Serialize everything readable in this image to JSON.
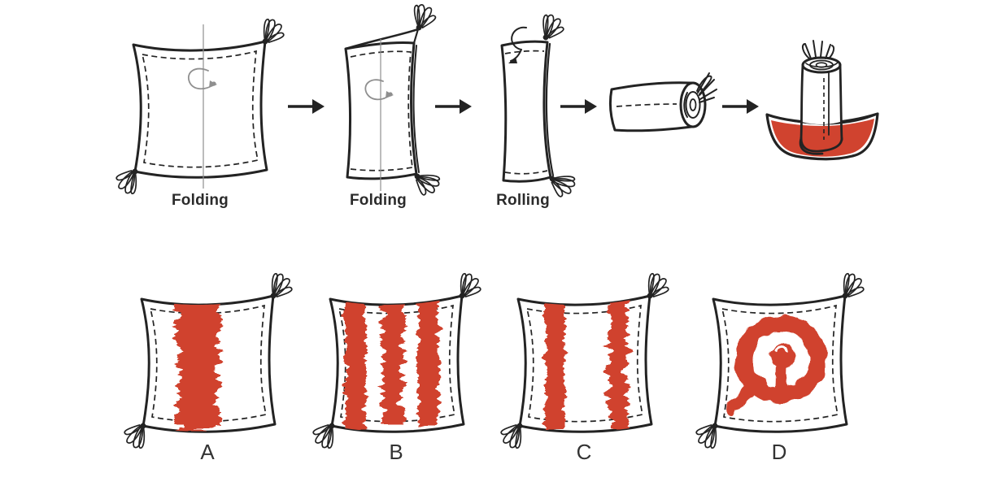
{
  "colors": {
    "ink": "#232323",
    "dye_red": "#d0432f",
    "guide_gray": "#909090",
    "background": "#ffffff"
  },
  "process": {
    "steps": [
      {
        "name": "unfolded-cloth",
        "label": "Folding"
      },
      {
        "name": "half-folded-cloth",
        "label": "Folding"
      },
      {
        "name": "folded-strip",
        "label": "Rolling"
      },
      {
        "name": "rolled-cloth",
        "label": ""
      },
      {
        "name": "dye-bath",
        "label": ""
      }
    ],
    "arrow_icon": "right-arrow"
  },
  "options": [
    {
      "label": "A",
      "pattern": "one-wide-center-vertical-stripe"
    },
    {
      "label": "B",
      "pattern": "three-vertical-stripes"
    },
    {
      "label": "C",
      "pattern": "two-vertical-stripes"
    },
    {
      "label": "D",
      "pattern": "spiral"
    }
  ]
}
